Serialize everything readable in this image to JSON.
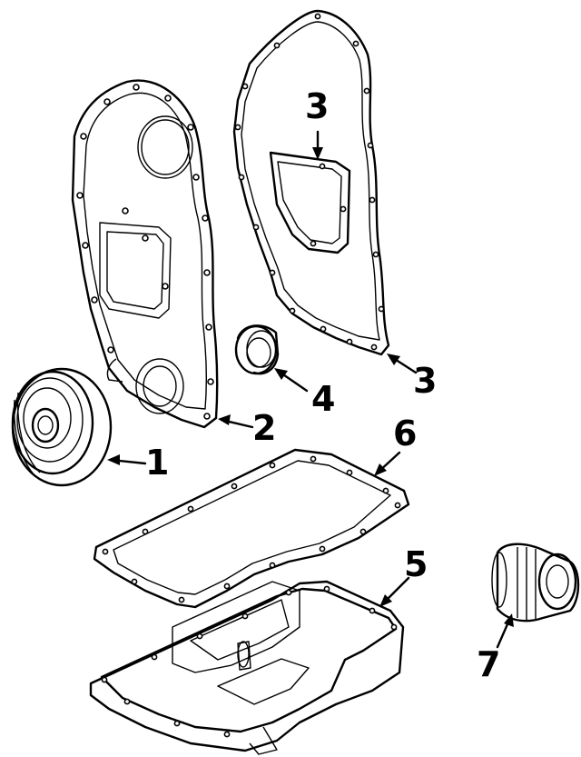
{
  "diagram": {
    "callouts": [
      {
        "id": "1",
        "label": "1"
      },
      {
        "id": "2",
        "label": "2"
      },
      {
        "id": "3a",
        "label": "3"
      },
      {
        "id": "3b",
        "label": "3"
      },
      {
        "id": "4",
        "label": "4"
      },
      {
        "id": "5",
        "label": "5"
      },
      {
        "id": "6",
        "label": "6"
      },
      {
        "id": "7",
        "label": "7"
      }
    ],
    "colors": {
      "line": "#000000",
      "background": "#ffffff"
    }
  }
}
